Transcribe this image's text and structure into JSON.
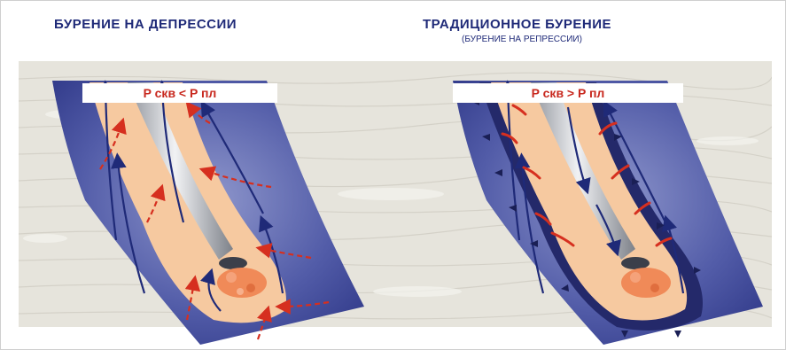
{
  "left": {
    "title": "БУРЕНИЕ НА ДЕПРЕССИИ",
    "pressure_label": "P скв < P пл"
  },
  "right": {
    "title": "ТРАДИЦИОННОЕ БУРЕНИЕ",
    "subtitle": "(БУРЕНИЕ НА РЕПРЕССИИ)",
    "pressure_label": "P скв > P пл"
  },
  "colors": {
    "formation": "#3b4594",
    "annulus": "#f6c9a0",
    "drill_pipe": "#c9cbd0",
    "bit_rock": "#f08a58",
    "flow_arrows": "#1f2a78",
    "fluid_arrows": "#d62f1f",
    "background_rock": "#e6e4dc"
  }
}
